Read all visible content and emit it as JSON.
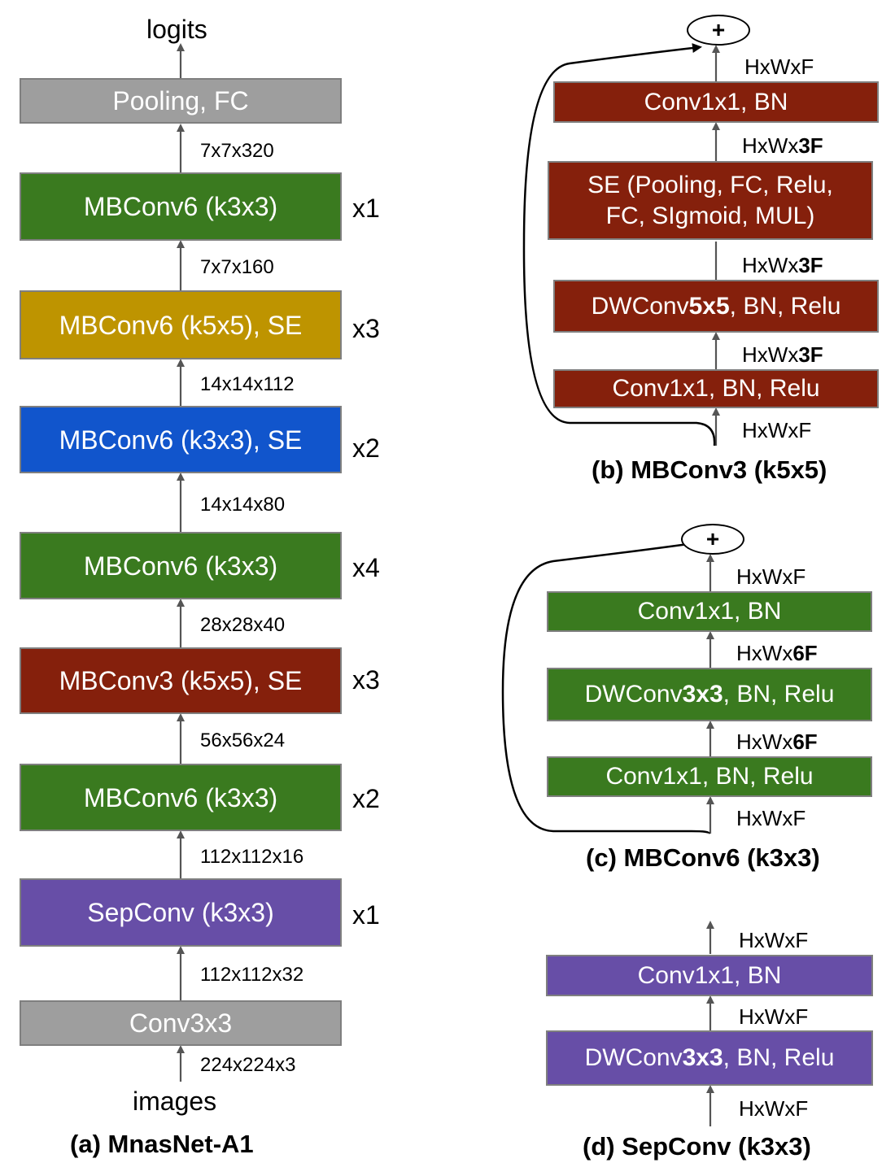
{
  "panel_a": {
    "output": "logits",
    "input": "images",
    "caption": "(a) MnasNet-A1",
    "blocks": [
      {
        "label": "Pooling, FC",
        "color": "#9e9e9e"
      },
      {
        "label": "MBConv6 (k3x3)",
        "repeat": "x1",
        "color": "#3a7a1f"
      },
      {
        "label": "MBConv6 (k5x5), SE",
        "repeat": "x3",
        "color": "#be9400"
      },
      {
        "label": "MBConv6 (k3x3), SE",
        "repeat": "x2",
        "color": "#1155cc"
      },
      {
        "label": "MBConv6 (k3x3)",
        "repeat": "x4",
        "color": "#3a7a1f"
      },
      {
        "label": "MBConv3 (k5x5), SE",
        "repeat": "x3",
        "color": "#85200c"
      },
      {
        "label": "MBConv6 (k3x3)",
        "repeat": "x2",
        "color": "#3a7a1f"
      },
      {
        "label": "SepConv (k3x3)",
        "repeat": "x1",
        "color": "#674ea7"
      },
      {
        "label": "Conv3x3",
        "color": "#9e9e9e"
      }
    ],
    "shapes": [
      "7x7x320",
      "7x7x160",
      "14x14x112",
      "14x14x80",
      "28x28x40",
      "56x56x24",
      "112x112x16",
      "112x112x32",
      "224x224x3"
    ]
  },
  "panel_b": {
    "caption": "(b) MBConv3 (k5x5)",
    "sum": "+",
    "blocks": {
      "conv_out": "Conv1x1, BN",
      "se_line1": "SE (Pooling, FC, Relu,",
      "se_line2": "FC, SIgmoid, MUL)",
      "dw_pre": "DWConv",
      "dw_bold": "5x5",
      "dw_post": ", BN, Relu",
      "conv_in": "Conv1x1, BN, Relu"
    },
    "dims": {
      "d1": "HxWxF",
      "d2_pre": "HxWx",
      "d2_bold": "3F",
      "d3_pre": "HxWx",
      "d3_bold": "3F",
      "d4_pre": "HxWx",
      "d4_bold": "3F",
      "d5": "HxWxF"
    }
  },
  "panel_c": {
    "caption": "(c) MBConv6 (k3x3)",
    "sum": "+",
    "blocks": {
      "conv_out": "Conv1x1, BN",
      "dw_pre": "DWConv",
      "dw_bold": "3x3",
      "dw_post": ", BN, Relu",
      "conv_in": "Conv1x1, BN, Relu"
    },
    "dims": {
      "d1": "HxWxF",
      "d2_pre": "HxWx",
      "d2_bold": "6F",
      "d3_pre": "HxWx",
      "d3_bold": "6F",
      "d4": "HxWxF"
    }
  },
  "panel_d": {
    "caption": "(d) SepConv (k3x3)",
    "blocks": {
      "conv_out": "Conv1x1, BN",
      "dw_pre": "DWConv",
      "dw_bold": "3x3",
      "dw_post": ", BN, Relu"
    },
    "dims": {
      "d1": "HxWxF",
      "d2": "HxWxF",
      "d3": "HxWxF"
    }
  }
}
